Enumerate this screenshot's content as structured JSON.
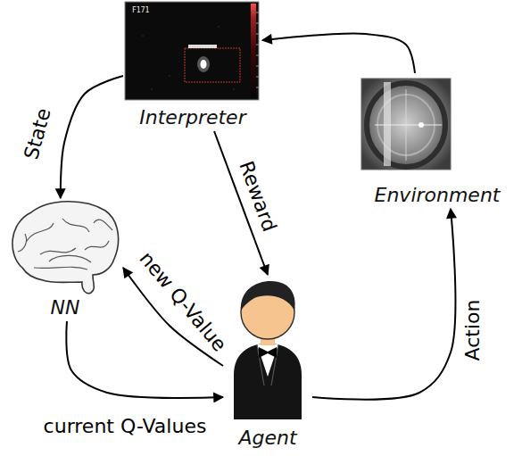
{
  "diagram": {
    "nodes": [
      {
        "text": [
          "Interpreter"
        ]
      },
      {
        "text": [
          "Environment"
        ]
      },
      {
        "text": [
          "NN"
        ]
      },
      {
        "text": [
          "Agent"
        ]
      }
    ],
    "edges": [
      {
        "from": 0,
        "to": 2,
        "arrow": "to",
        "label": "State"
      },
      {
        "from": 0,
        "to": 3,
        "arrow": "to",
        "label": "Reward"
      },
      {
        "from": 2,
        "to": 3,
        "arrow": "to",
        "label": "current Q-Values"
      },
      {
        "from": 3,
        "to": 2,
        "arrow": "to",
        "label": "new Q-Value"
      },
      {
        "from": 3,
        "to": 1,
        "arrow": "to",
        "label": "Action"
      },
      {
        "from": 1,
        "to": 0,
        "arrow": "to"
      }
    ],
    "labels": [
      "F171"
    ]
  }
}
